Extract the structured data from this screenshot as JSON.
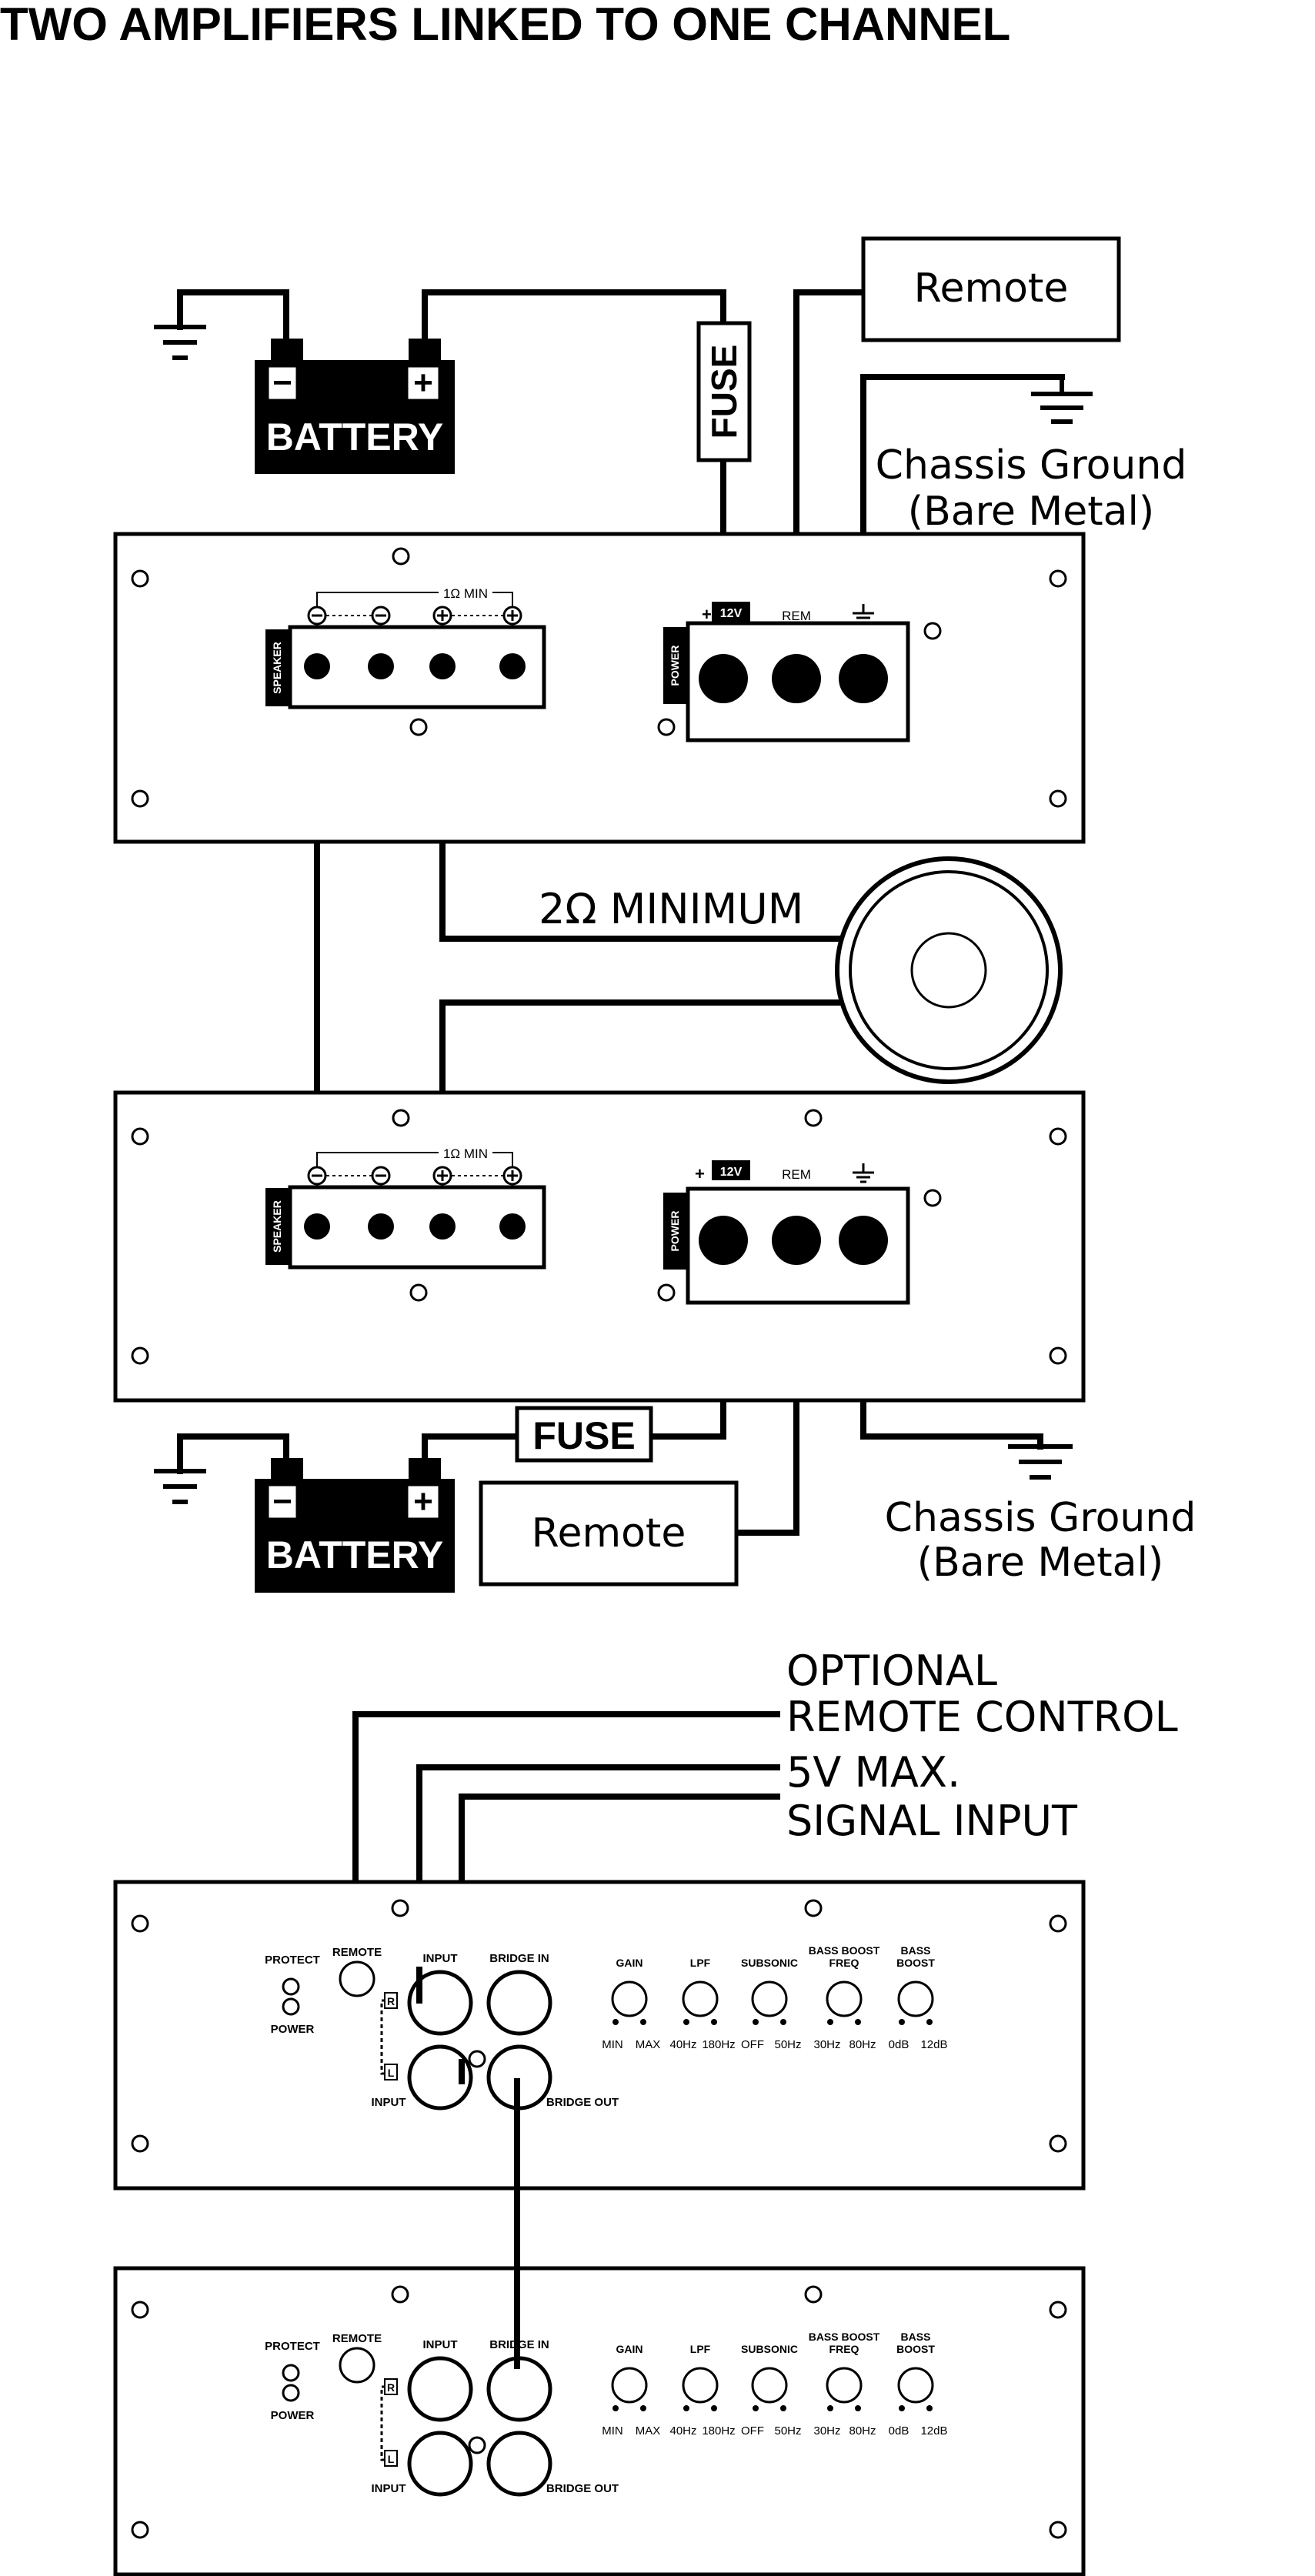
{
  "title": "TWO AMPLIFIERS LINKED TO ONE CHANNEL",
  "battery_label": "BATTERY",
  "battery_minus": "−",
  "battery_plus": "+",
  "fuse_label": "FUSE",
  "remote_label": "Remote",
  "chassis_ground_line1": "Chassis Ground",
  "chassis_ground_line2": "(Bare Metal)",
  "speaker_min_label": "1Ω MIN",
  "speaker_tab": "SPEAKER",
  "power_tab": "POWER",
  "power_terminals": {
    "plus": "+",
    "v12": "12V",
    "rem": "REM"
  },
  "speaker_load": "2Ω MINIMUM",
  "optional_remote_line1": "OPTIONAL",
  "optional_remote_line2": "REMOTE CONTROL",
  "signal_line1": "5V MAX.",
  "signal_line2": "SIGNAL INPUT",
  "control_panel": {
    "protect": "PROTECT",
    "power": "POWER",
    "remote": "REMOTE",
    "input": "INPUT",
    "bridge_in": "BRIDGE IN",
    "bridge_out": "BRIDGE OUT",
    "r": "R",
    "l": "L",
    "knobs": [
      {
        "name": "GAIN",
        "name2": "",
        "min": "MIN",
        "max": "MAX"
      },
      {
        "name": "LPF",
        "name2": "",
        "min": "40Hz",
        "max": "180Hz"
      },
      {
        "name": "SUBSONIC",
        "name2": "",
        "min": "OFF",
        "max": "50Hz"
      },
      {
        "name": "BASS BOOST",
        "name2": "FREQ",
        "min": "30Hz",
        "max": "80Hz"
      },
      {
        "name": "BASS",
        "name2": "BOOST",
        "min": "0dB",
        "max": "12dB"
      }
    ]
  }
}
